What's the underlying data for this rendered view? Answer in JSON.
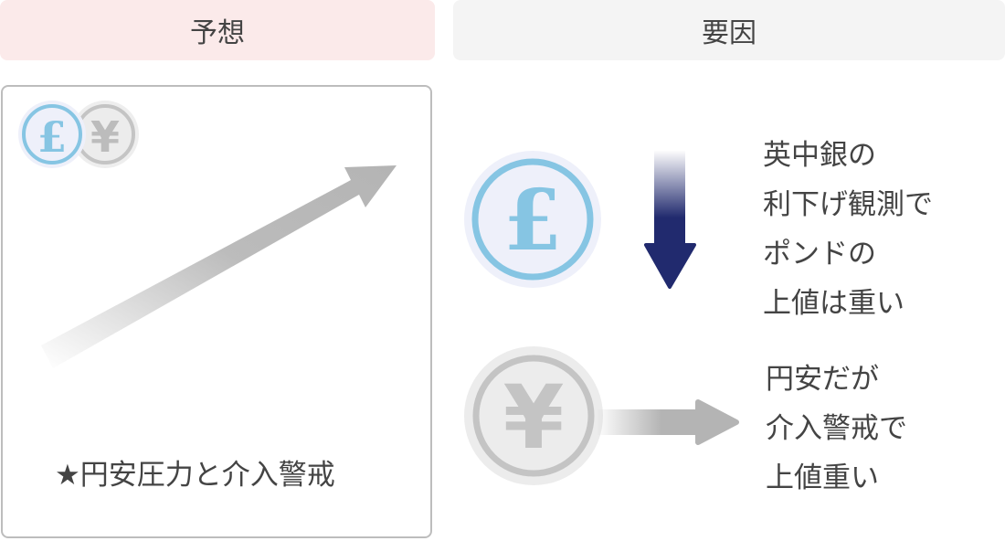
{
  "headers": {
    "forecast": "予想",
    "factors": "要因"
  },
  "forecast_panel": {
    "icons": [
      "pound-coin-icon",
      "yen-coin-icon"
    ],
    "trend": "up-arrow",
    "caption": "★円安圧力と介入警戒"
  },
  "factors": [
    {
      "currency": "pound",
      "coin_symbol": "£",
      "trend": "down-arrow",
      "text": "英中銀の\n利下げ観測で\nポンドの\n上値は重い"
    },
    {
      "currency": "yen",
      "coin_symbol": "¥",
      "trend": "right-arrow",
      "text": "円安だが\n介入警戒で\n上値重い"
    }
  ],
  "colors": {
    "pound_ring": "#86c5e3",
    "pound_fill": "#eef0fa",
    "yen_ring": "#c4c4c4",
    "yen_fill": "#ececec",
    "down_arrow": "#212a6e",
    "gray_arrow": "#b4b4b4",
    "header_left_bg": "#fbeaea",
    "header_right_bg": "#f4f4f4"
  }
}
